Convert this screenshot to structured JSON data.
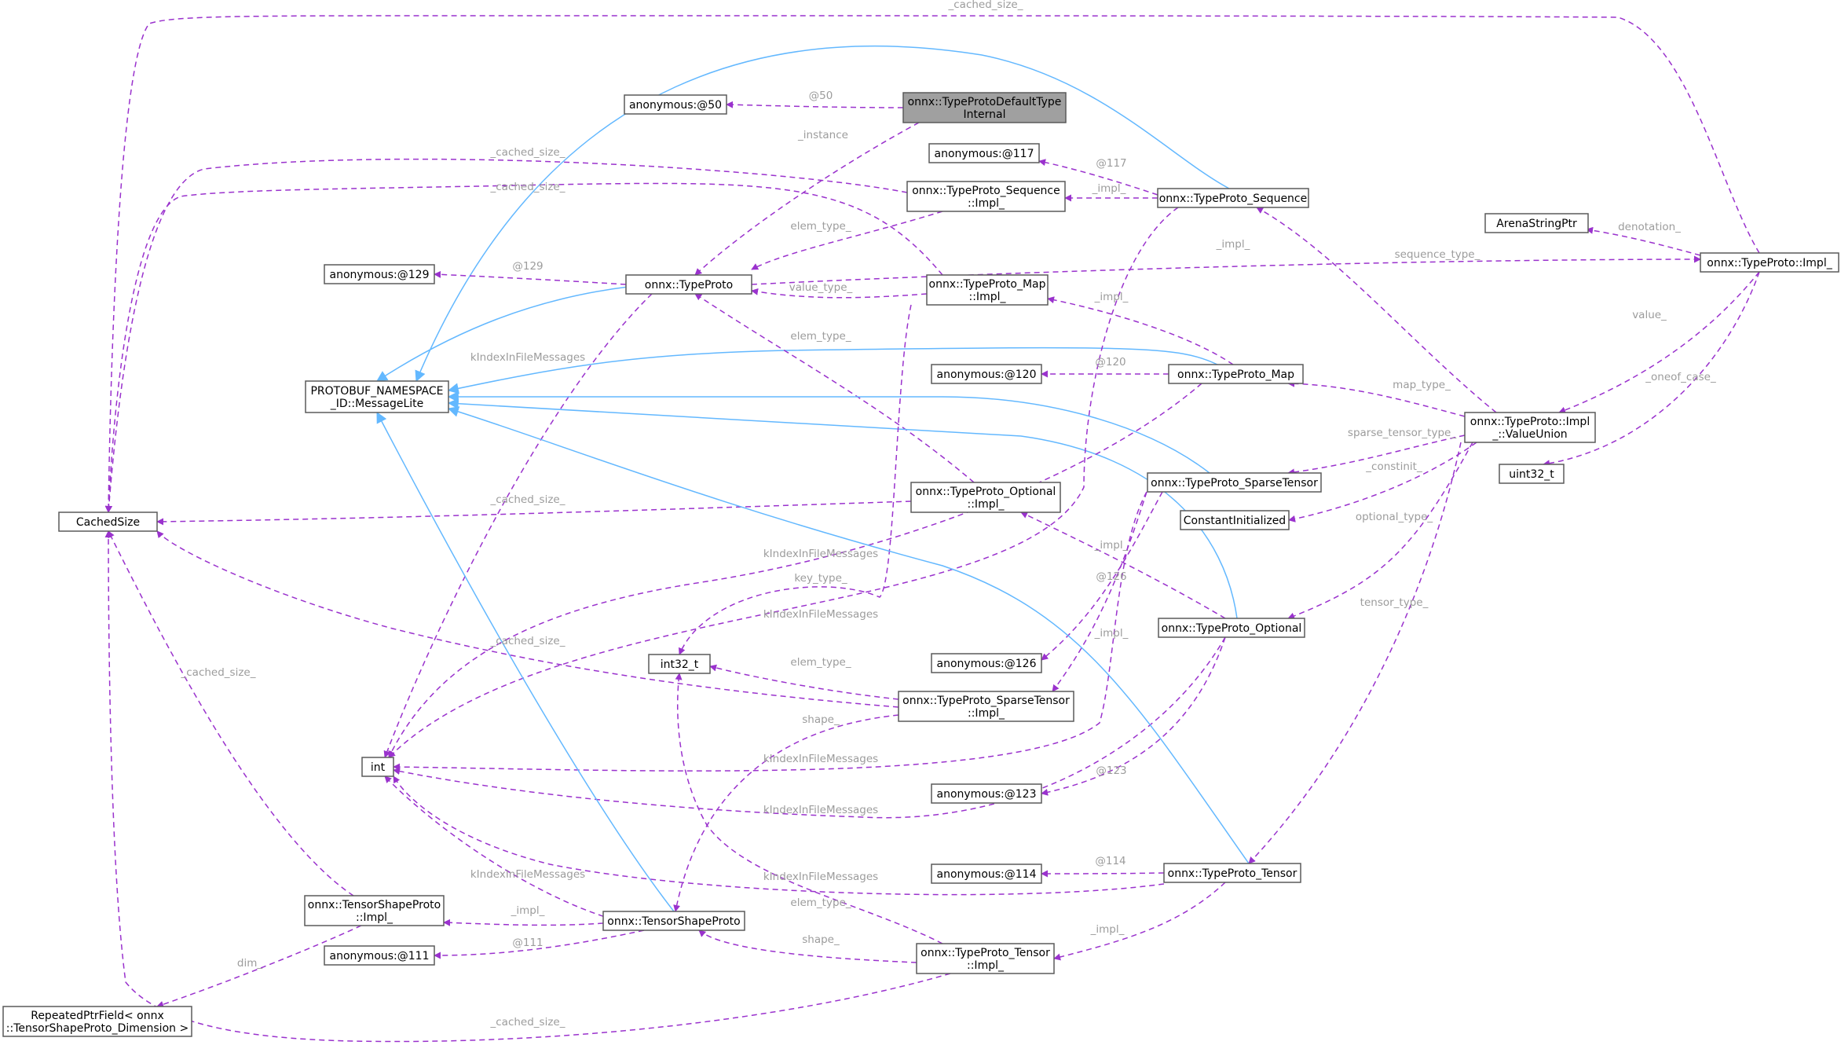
{
  "nodes": [
    {
      "id": "anon50",
      "label": "anonymous:@50"
    },
    {
      "id": "defaultTypeInternal",
      "label": "onnx::TypeProtoDefaultType\nInternal",
      "focus": true
    },
    {
      "id": "anon117",
      "label": "anonymous:@117"
    },
    {
      "id": "seqImpl",
      "label": "onnx::TypeProto_Sequence\n::Impl_"
    },
    {
      "id": "tpSequence",
      "label": "onnx::TypeProto_Sequence"
    },
    {
      "id": "arenaStringPtr",
      "label": "ArenaStringPtr"
    },
    {
      "id": "tpImpl",
      "label": "onnx::TypeProto::Impl_"
    },
    {
      "id": "anon129",
      "label": "anonymous:@129"
    },
    {
      "id": "typeProto",
      "label": "onnx::TypeProto"
    },
    {
      "id": "mapImpl",
      "label": "onnx::TypeProto_Map\n::Impl_"
    },
    {
      "id": "messageLite",
      "label": "PROTOBUF_NAMESPACE\n_ID::MessageLite"
    },
    {
      "id": "anon120",
      "label": "anonymous:@120"
    },
    {
      "id": "tpMap",
      "label": "onnx::TypeProto_Map"
    },
    {
      "id": "valueUnion",
      "label": "onnx::TypeProto::Impl\n_::ValueUnion"
    },
    {
      "id": "uint32",
      "label": "uint32_t"
    },
    {
      "id": "cachedSize",
      "label": "CachedSize"
    },
    {
      "id": "optImpl",
      "label": "onnx::TypeProto_Optional\n::Impl_"
    },
    {
      "id": "tpSparse",
      "label": "onnx::TypeProto_SparseTensor"
    },
    {
      "id": "constInit",
      "label": "ConstantInitialized"
    },
    {
      "id": "tpOptional",
      "label": "onnx::TypeProto_Optional"
    },
    {
      "id": "int32",
      "label": "int32_t"
    },
    {
      "id": "anon126",
      "label": "anonymous:@126"
    },
    {
      "id": "sparseImpl",
      "label": "onnx::TypeProto_SparseTensor\n::Impl_"
    },
    {
      "id": "int",
      "label": "int"
    },
    {
      "id": "anon123",
      "label": "anonymous:@123"
    },
    {
      "id": "anon114",
      "label": "anonymous:@114"
    },
    {
      "id": "tpTensor",
      "label": "onnx::TypeProto_Tensor"
    },
    {
      "id": "tspImpl",
      "label": "onnx::TensorShapeProto\n::Impl_"
    },
    {
      "id": "tsp",
      "label": "onnx::TensorShapeProto"
    },
    {
      "id": "anon111",
      "label": "anonymous:@111"
    },
    {
      "id": "tensorImpl",
      "label": "onnx::TypeProto_Tensor\n::Impl_"
    },
    {
      "id": "repeatedPtr",
      "label": "RepeatedPtrField< onnx\n::TensorShapeProto_Dimension >"
    }
  ],
  "edges": [
    {
      "id": "e1",
      "from": "defaultTypeInternal",
      "to": "anon50",
      "kind": "dependency",
      "label": "@50"
    },
    {
      "id": "e2",
      "from": "defaultTypeInternal",
      "to": "typeProto",
      "kind": "dependency",
      "label": "_instance"
    },
    {
      "id": "e3",
      "from": "tpImpl",
      "to": "cachedSize",
      "kind": "dependency",
      "label": "_cached_size_"
    },
    {
      "id": "e4",
      "from": "tpSequence",
      "to": "messageLite",
      "kind": "inheritance",
      "label": ""
    },
    {
      "id": "e5",
      "from": "tpSequence",
      "to": "anon117",
      "kind": "dependency",
      "label": "@117"
    },
    {
      "id": "e6",
      "from": "tpSequence",
      "to": "seqImpl",
      "kind": "dependency",
      "label": "_impl_"
    },
    {
      "id": "e7",
      "from": "seqImpl",
      "to": "cachedSize",
      "kind": "dependency",
      "label": "_cached_size_"
    },
    {
      "id": "e8",
      "from": "mapImpl",
      "to": "cachedSize",
      "kind": "dependency",
      "label": "_cached_size_"
    },
    {
      "id": "e9",
      "from": "seqImpl",
      "to": "typeProto",
      "kind": "dependency",
      "label": "elem_type_"
    },
    {
      "id": "e10",
      "from": "tpImpl",
      "to": "arenaStringPtr",
      "kind": "dependency",
      "label": "denotation_"
    },
    {
      "id": "e11",
      "from": "typeProto",
      "to": "tpImpl",
      "kind": "dependency",
      "label": "_impl_"
    },
    {
      "id": "e12",
      "from": "valueUnion",
      "to": "tpSequence",
      "kind": "dependency",
      "label": "sequence_type_"
    },
    {
      "id": "e13",
      "from": "typeProto",
      "to": "anon129",
      "kind": "dependency",
      "label": "@129"
    },
    {
      "id": "e14",
      "from": "mapImpl",
      "to": "typeProto",
      "kind": "dependency",
      "label": "value_type_"
    },
    {
      "id": "e15",
      "from": "tpMap",
      "to": "mapImpl",
      "kind": "dependency",
      "label": "_impl_"
    },
    {
      "id": "e16",
      "from": "tpImpl",
      "to": "valueUnion",
      "kind": "dependency",
      "label": "value_"
    },
    {
      "id": "e17",
      "from": "typeProto",
      "to": "messageLite",
      "kind": "inheritance",
      "label": ""
    },
    {
      "id": "e18",
      "from": "typeProto",
      "to": "int",
      "kind": "dependency",
      "label": "kIndexInFileMessages"
    },
    {
      "id": "e19",
      "from": "tpMap",
      "to": "messageLite",
      "kind": "inheritance",
      "label": ""
    },
    {
      "id": "e20",
      "from": "optImpl",
      "to": "typeProto",
      "kind": "dependency",
      "label": "elem_type_"
    },
    {
      "id": "e21",
      "from": "tpImpl",
      "to": "uint32",
      "kind": "dependency",
      "label": "_oneof_case_"
    },
    {
      "id": "e22",
      "from": "tpMap",
      "to": "anon120",
      "kind": "dependency",
      "label": "@120"
    },
    {
      "id": "e23",
      "from": "valueUnion",
      "to": "tpMap",
      "kind": "dependency",
      "label": "map_type_"
    },
    {
      "id": "e24",
      "from": "tpSparse",
      "to": "messageLite",
      "kind": "inheritance",
      "label": ""
    },
    {
      "id": "e25",
      "from": "valueUnion",
      "to": "tpSparse",
      "kind": "dependency",
      "label": "sparse_tensor_type_"
    },
    {
      "id": "e26",
      "from": "tpOptional",
      "to": "messageLite",
      "kind": "inheritance",
      "label": ""
    },
    {
      "id": "e27",
      "from": "valueUnion",
      "to": "constInit",
      "kind": "dependency",
      "label": "_constinit_"
    },
    {
      "id": "e28",
      "from": "optImpl",
      "to": "cachedSize",
      "kind": "dependency",
      "label": "_cached_size_"
    },
    {
      "id": "e29",
      "from": "tpOptional",
      "to": "optImpl",
      "kind": "dependency",
      "label": "_impl_"
    },
    {
      "id": "e30",
      "from": "valueUnion",
      "to": "tpOptional",
      "kind": "dependency",
      "label": "optional_type_"
    },
    {
      "id": "e31",
      "from": "tpMap",
      "to": "int",
      "kind": "dependency",
      "label": "kIndexInFileMessages"
    },
    {
      "id": "e32",
      "from": "mapImpl",
      "to": "int32",
      "kind": "dependency",
      "label": "key_type_"
    },
    {
      "id": "e33",
      "from": "tpSequence",
      "to": "int",
      "kind": "dependency",
      "label": "kIndexInFileMessages"
    },
    {
      "id": "e34",
      "from": "tpSparse",
      "to": "anon126",
      "kind": "dependency",
      "label": "@126"
    },
    {
      "id": "e35",
      "from": "valueUnion",
      "to": "tpTensor",
      "kind": "dependency",
      "label": "tensor_type_"
    },
    {
      "id": "e36",
      "from": "sparseImpl",
      "to": "cachedSize",
      "kind": "dependency",
      "label": "_cached_size_"
    },
    {
      "id": "e37",
      "from": "tpSparse",
      "to": "sparseImpl",
      "kind": "dependency",
      "label": "_impl_"
    },
    {
      "id": "e38",
      "from": "sparseImpl",
      "to": "int32",
      "kind": "dependency",
      "label": "elem_type_"
    },
    {
      "id": "e39",
      "from": "tspImpl",
      "to": "cachedSize",
      "kind": "dependency",
      "label": "_cached_size_"
    },
    {
      "id": "e40",
      "from": "sparseImpl",
      "to": "tsp",
      "kind": "dependency",
      "label": "shape_"
    },
    {
      "id": "e41",
      "from": "tpSparse",
      "to": "int",
      "kind": "dependency",
      "label": "kIndexInFileMessages"
    },
    {
      "id": "e42",
      "from": "tpOptional",
      "to": "anon123",
      "kind": "dependency",
      "label": "@123"
    },
    {
      "id": "e43",
      "from": "tpOptional",
      "to": "int",
      "kind": "dependency",
      "label": "kIndexInFileMessages"
    },
    {
      "id": "e44",
      "from": "tpTensor",
      "to": "messageLite",
      "kind": "inheritance",
      "label": ""
    },
    {
      "id": "e45",
      "from": "tpTensor",
      "to": "anon114",
      "kind": "dependency",
      "label": "@114"
    },
    {
      "id": "e46",
      "from": "tsp",
      "to": "int",
      "kind": "dependency",
      "label": "kIndexInFileMessages"
    },
    {
      "id": "e47",
      "from": "tpTensor",
      "to": "int",
      "kind": "dependency",
      "label": "kIndexInFileMessages"
    },
    {
      "id": "e48",
      "from": "tsp",
      "to": "messageLite",
      "kind": "inheritance",
      "label": ""
    },
    {
      "id": "e49",
      "from": "tensorImpl",
      "to": "int32",
      "kind": "dependency",
      "label": "elem_type_"
    },
    {
      "id": "e50",
      "from": "tsp",
      "to": "tspImpl",
      "kind": "dependency",
      "label": "_impl_"
    },
    {
      "id": "e51",
      "from": "tpTensor",
      "to": "tensorImpl",
      "kind": "dependency",
      "label": "_impl_"
    },
    {
      "id": "e52",
      "from": "tsp",
      "to": "anon111",
      "kind": "dependency",
      "label": "@111"
    },
    {
      "id": "e53",
      "from": "tensorImpl",
      "to": "tsp",
      "kind": "dependency",
      "label": "shape_"
    },
    {
      "id": "e54",
      "from": "tspImpl",
      "to": "repeatedPtr",
      "kind": "dependency",
      "label": "dim_"
    },
    {
      "id": "e55",
      "from": "tensorImpl",
      "to": "cachedSize",
      "kind": "dependency",
      "label": "_cached_size_"
    }
  ]
}
